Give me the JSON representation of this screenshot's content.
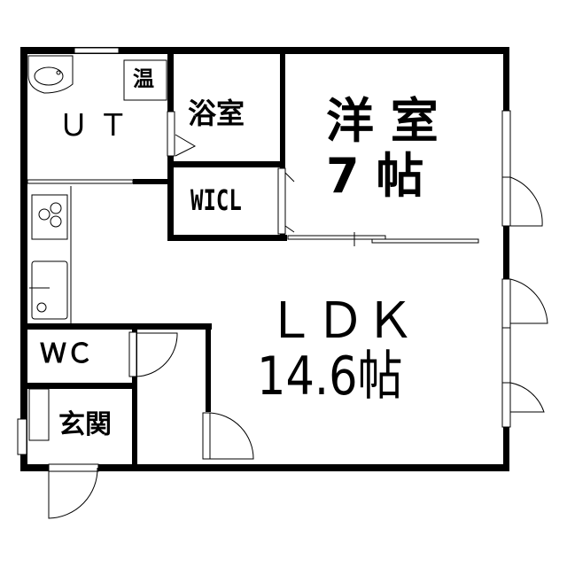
{
  "rooms": {
    "onsui": "温",
    "ut": "Ｕ Ｔ",
    "bath": "浴室",
    "western_line1": "洋 室",
    "western_line2": "7 帖",
    "wicl": "WICL",
    "ldk_line1": "ＬＤＫ",
    "ldk_line2": "14.6帖",
    "wc": "ＷＣ",
    "entrance": "玄関"
  },
  "colors": {
    "wall": "#000000",
    "background": "#ffffff"
  }
}
